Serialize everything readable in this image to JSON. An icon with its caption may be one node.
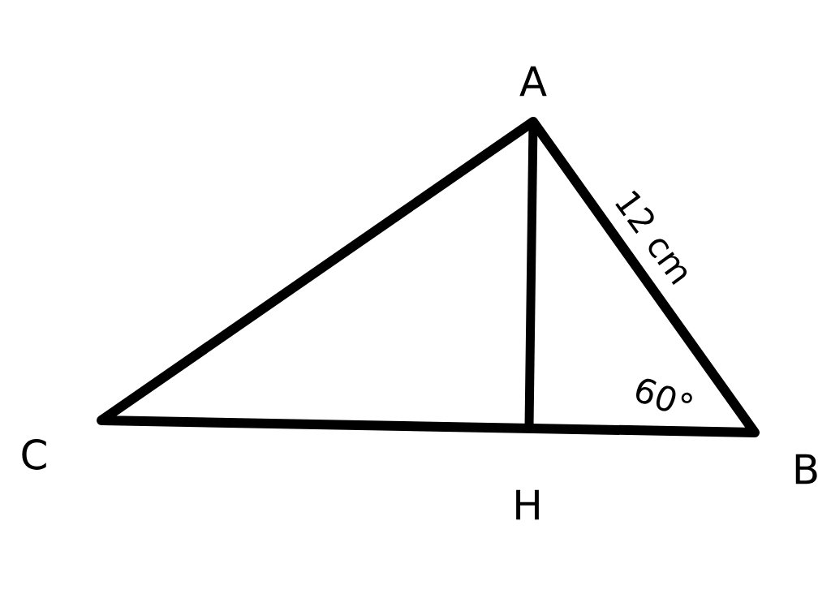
{
  "diagram": {
    "labels": [
      "A",
      "12 cm",
      "60°",
      "C",
      "H",
      "B"
    ]
  }
}
